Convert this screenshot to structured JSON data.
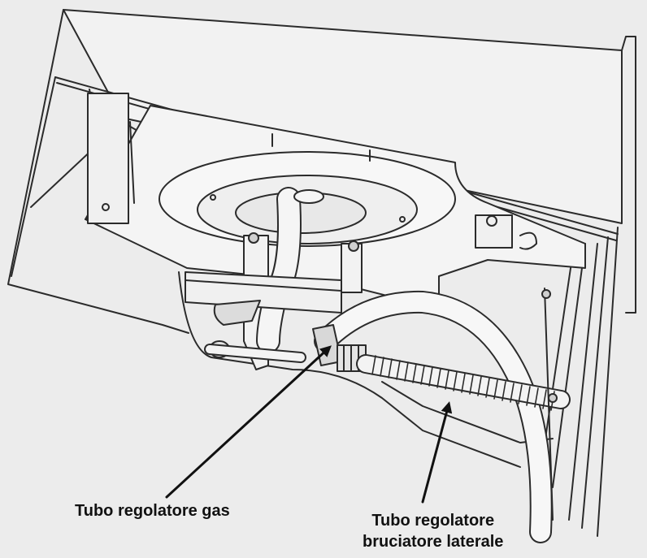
{
  "callouts": {
    "gas_regulator_tube": "Tubo regolatore gas",
    "side_burner_tube_line1": "Tubo regolatore",
    "side_burner_tube_line2": "bruciatore laterale"
  },
  "colors": {
    "background": "#ececec",
    "line": "#2b2b2b",
    "text": "#111111"
  }
}
